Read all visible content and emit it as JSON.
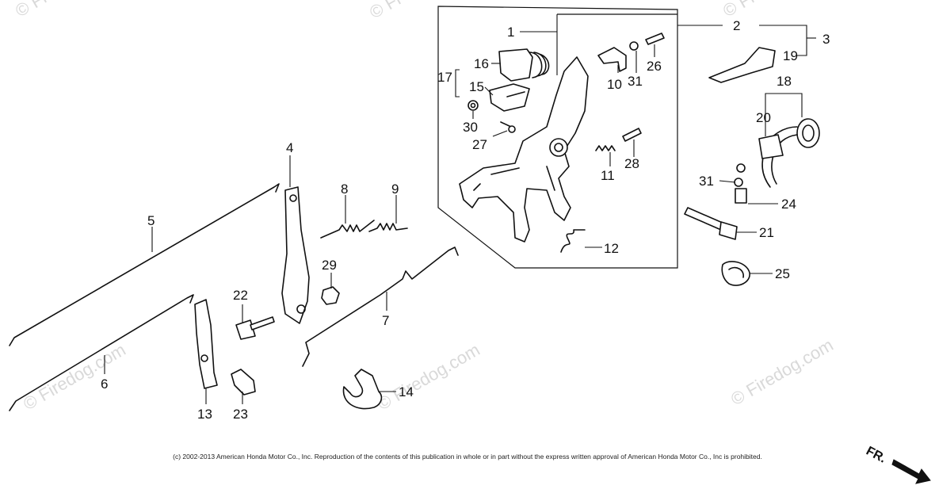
{
  "watermark": {
    "text": "© Firedog.com",
    "partial_text": "© Fi"
  },
  "callouts": [
    {
      "n": "1"
    },
    {
      "n": "2"
    },
    {
      "n": "3"
    },
    {
      "n": "4"
    },
    {
      "n": "5"
    },
    {
      "n": "6"
    },
    {
      "n": "7"
    },
    {
      "n": "8"
    },
    {
      "n": "9"
    },
    {
      "n": "10"
    },
    {
      "n": "11"
    },
    {
      "n": "12"
    },
    {
      "n": "13"
    },
    {
      "n": "14"
    },
    {
      "n": "15"
    },
    {
      "n": "16"
    },
    {
      "n": "17"
    },
    {
      "n": "18"
    },
    {
      "n": "19"
    },
    {
      "n": "20"
    },
    {
      "n": "21"
    },
    {
      "n": "22"
    },
    {
      "n": "23"
    },
    {
      "n": "24"
    },
    {
      "n": "25"
    },
    {
      "n": "26"
    },
    {
      "n": "27"
    },
    {
      "n": "28"
    },
    {
      "n": "29"
    },
    {
      "n": "30"
    },
    {
      "n": "31"
    },
    {
      "n": "31"
    }
  ],
  "direction_label": "FR.",
  "copyright": "(c) 2002-2013 American Honda Motor Co., Inc. Reproduction of the contents of this publication in whole or in part without the express written approval of American Honda Motor Co., Inc is prohibited."
}
